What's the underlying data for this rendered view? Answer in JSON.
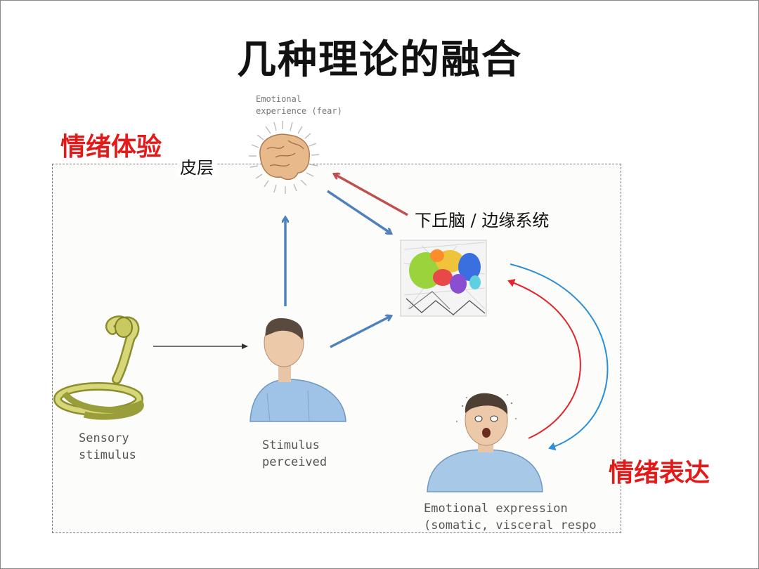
{
  "title": "几种理论的融合",
  "labels": {
    "emotional_experience_cn": "情绪体验",
    "cortex_cn": "皮层",
    "hypothalamus_cn": "下丘脑 / 边缘系统",
    "emotional_expression_cn": "情绪表达"
  },
  "figure": {
    "experience_en_line1": "Emotional",
    "experience_en_line2": "experience (fear)",
    "stimulus_line1": "Sensory",
    "stimulus_line2": "stimulus",
    "perceived_line1": "Stimulus",
    "perceived_line2": "perceived",
    "expression_line1": "Emotional expression",
    "expression_line2": "(somatic, visceral respo"
  },
  "colors": {
    "red": "#e21a1a",
    "arrow_red": "#c0504d",
    "arrow_blue": "#4f81bd",
    "curve_blue": "#2b8fd6"
  }
}
